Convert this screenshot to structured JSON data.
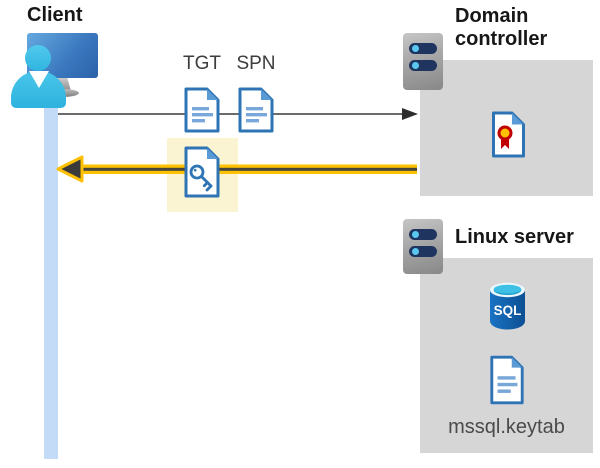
{
  "client": {
    "label": "Client"
  },
  "flow": {
    "tgt_label": "TGT",
    "spn_label": "SPN",
    "request_arrow_direction": "right",
    "response_arrow_direction": "left"
  },
  "domain_controller": {
    "label": "Domain controller"
  },
  "linux_server": {
    "label": "Linux server",
    "database_label": "SQL",
    "keytab_file": "mssql.keytab"
  },
  "icons": {
    "client": "user-at-monitor-icon",
    "tgt": "document-icon",
    "spn": "document-icon",
    "service_ticket": "document-key-icon",
    "domain_controller": "server-icon",
    "certificate": "document-certificate-icon",
    "linux_server": "server-icon",
    "database": "sql-database-icon",
    "keytab": "document-icon"
  },
  "colors": {
    "highlight_arrow": "#fdc003",
    "arrow_gray": "#6b6b6b",
    "doc_blue_border": "#2e74b5",
    "doc_blue_fill": "#5b9bd5",
    "box_gray": "#d6d6d6",
    "highlight_background": "#fbf4d3",
    "client_cyan": "#3ec1e8",
    "timeline_blue": "#c3dbf7",
    "certificate_red": "#c00000",
    "certificate_yellow": "#ffc000",
    "sql_blue": "#1064b0"
  }
}
